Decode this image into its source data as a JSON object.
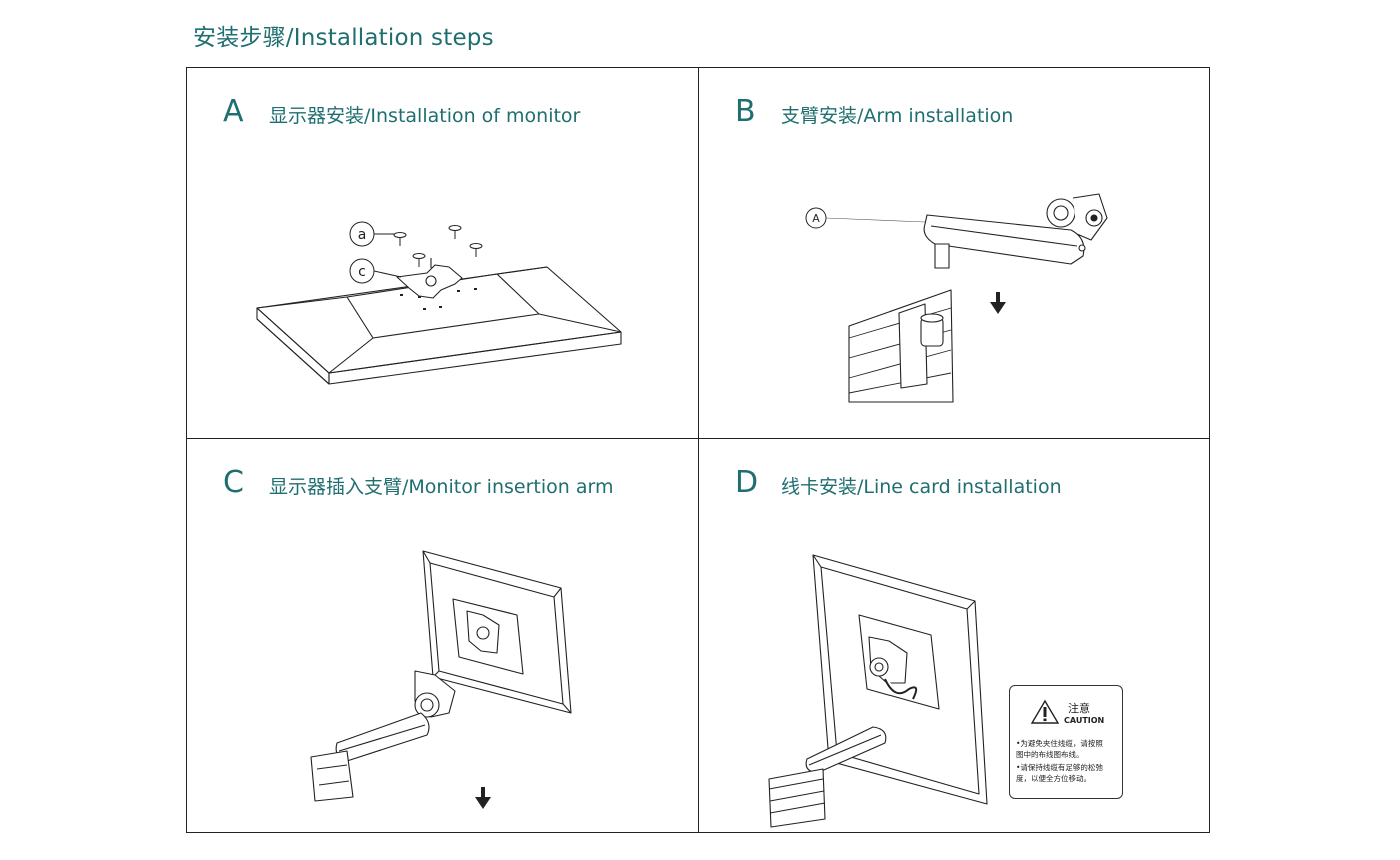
{
  "page": {
    "title": "安装步骤/Installation steps"
  },
  "steps": [
    {
      "letter": "A",
      "heading": "显示器安装/Installation of monitor",
      "labels": [
        "a",
        "c"
      ]
    },
    {
      "letter": "B",
      "heading": "支臂安装/Arm installation",
      "labels": [
        "A"
      ]
    },
    {
      "letter": "C",
      "heading": "显示器插入支臂/Monitor insertion arm"
    },
    {
      "letter": "D",
      "heading": "线卡安装/Line card installation"
    }
  ],
  "caution": {
    "title_cn": "注意",
    "title_en": "CAUTION",
    "lines": [
      "•为避免夹住线缆，请按照",
      "  图中的布线图布线。",
      "•请保持线缆有足够的松弛",
      "  度，以便全方位移动。"
    ]
  },
  "colors": {
    "accent": "#1f6e70",
    "line": "#222222"
  }
}
